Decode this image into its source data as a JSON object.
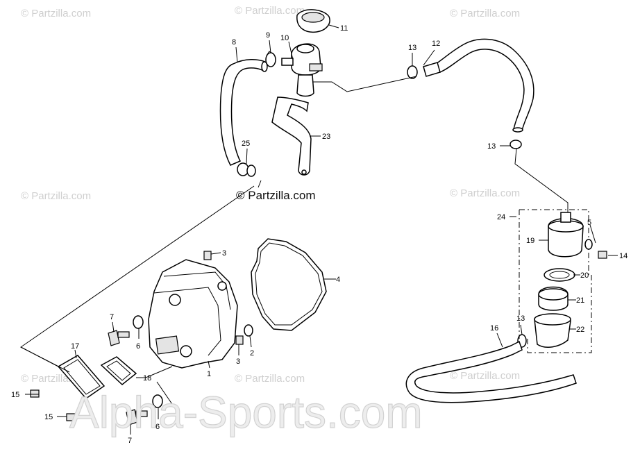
{
  "watermark": {
    "small_text": "© Partzilla.com",
    "center_text": "© Partzilla.com",
    "big_text": "Alpha-Sports.com"
  },
  "labels": {
    "l1": "1",
    "l2": "2",
    "l3a": "3",
    "l3b": "3",
    "l4": "4",
    "l5": "5",
    "l6a": "6",
    "l6b": "6",
    "l7a": "7",
    "l7b": "7",
    "l8": "8",
    "l9": "9",
    "l10": "10",
    "l11": "11",
    "l12": "12",
    "l13a": "13",
    "l13b": "13",
    "l13c": "13",
    "l14": "14",
    "l15a": "15",
    "l15b": "15",
    "l16": "16",
    "l17": "17",
    "l18": "18",
    "l19": "19",
    "l20": "20",
    "l21": "21",
    "l22": "22",
    "l23": "23",
    "l24": "24",
    "l25": "25"
  }
}
